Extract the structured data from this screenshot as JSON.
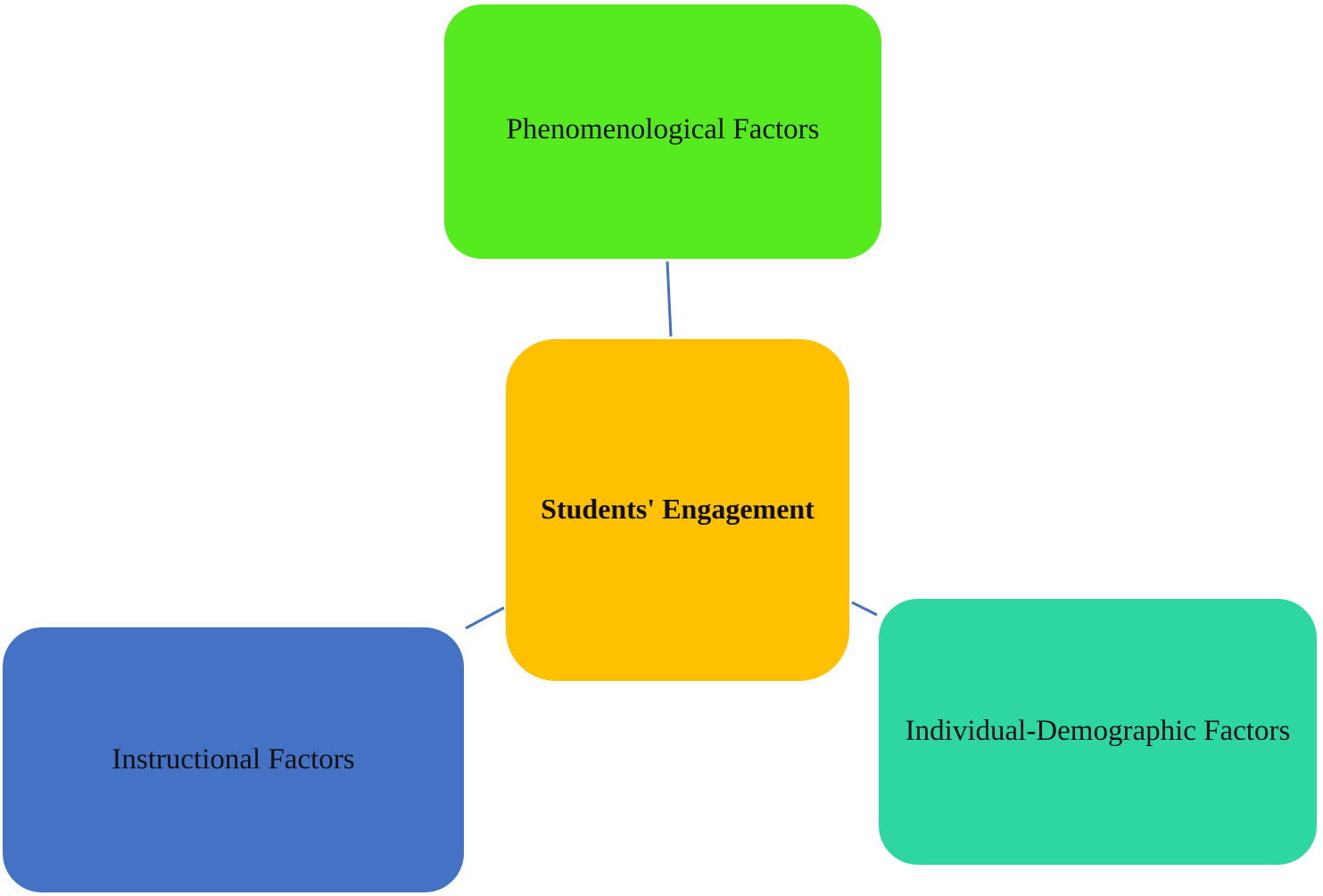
{
  "diagram": {
    "center": {
      "label": "Students' Engagement",
      "color": "#FFC000"
    },
    "nodes": [
      {
        "id": "top",
        "label": "Phenomenological Factors",
        "color": "#55EB1E"
      },
      {
        "id": "left",
        "label": "Instructional Factors",
        "color": "#4472C4"
      },
      {
        "id": "right",
        "label": "Individual-Demographic Factors",
        "color": "#2ED6A1"
      }
    ],
    "connector_color": "#4472C4"
  }
}
